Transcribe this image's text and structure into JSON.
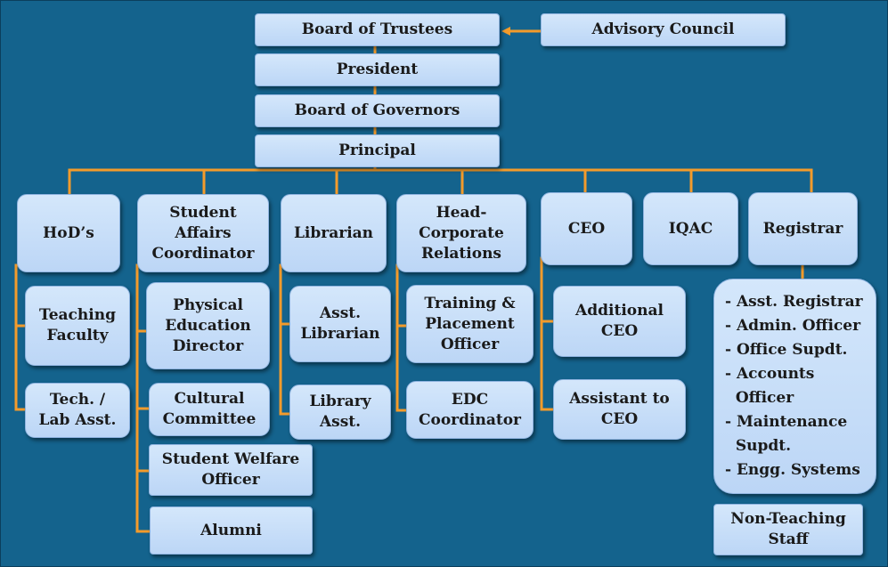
{
  "top": {
    "trustees": [
      "Board of Trustees"
    ],
    "advisory": [
      "Advisory Council"
    ],
    "president": [
      "President"
    ],
    "governors": [
      "Board of Governors"
    ],
    "principal": [
      "Principal"
    ]
  },
  "depts": {
    "hods": [
      "HoD’s"
    ],
    "student_affairs": [
      "Student",
      "Affairs",
      "Coordinator"
    ],
    "librarian": [
      "Librarian"
    ],
    "head_corporate": [
      "Head-",
      "Corporate",
      "Relations"
    ],
    "ceo": [
      "CEO"
    ],
    "iqac": [
      "IQAC"
    ],
    "registrar": [
      "Registrar"
    ]
  },
  "sub": {
    "teaching_faculty": [
      "Teaching",
      "Faculty"
    ],
    "tech_lab": [
      "Tech. /",
      "Lab Asst."
    ],
    "physical_education": [
      "Physical",
      "Education",
      "Director"
    ],
    "cultural_committee": [
      "Cultural",
      "Committee"
    ],
    "student_welfare": [
      "Student Welfare",
      "Officer"
    ],
    "alumni": [
      "Alumni"
    ],
    "asst_librarian": [
      "Asst.",
      "Librarian"
    ],
    "library_asst": [
      "Library",
      "Asst."
    ],
    "training_placement": [
      "Training &",
      "Placement",
      "Officer"
    ],
    "edc": [
      "EDC",
      "Coordinator"
    ],
    "additional_ceo": [
      "Additional",
      "CEO"
    ],
    "assistant_ceo": [
      "Assistant to",
      "CEO"
    ],
    "registrar_staff": [
      "- Asst. Registrar",
      "- Admin. Officer",
      "- Office Supdt.",
      "- Accounts",
      "  Officer",
      "- Maintenance",
      "  Supdt.",
      "- Engg. Systems"
    ],
    "non_teaching": [
      "Non-Teaching",
      "Staff"
    ]
  },
  "colors": {
    "background": "#14638d",
    "box": "#c9def8",
    "connector": "#f39b2b"
  }
}
